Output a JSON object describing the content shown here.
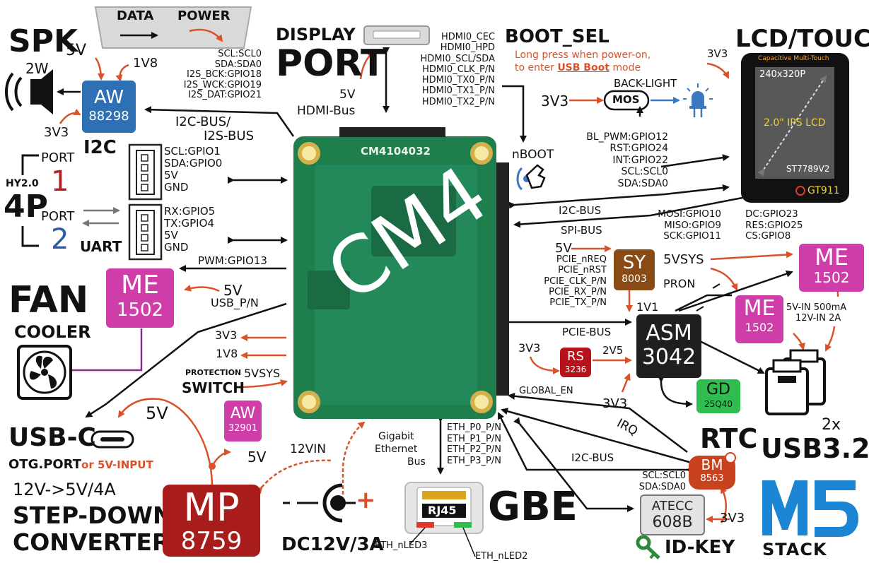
{
  "colors": {
    "cm4_green": "#1e7f4d",
    "aw_blue": "#2f6fb3",
    "me_magenta": "#cf3ea8",
    "sy_brown": "#8a4a16",
    "rs_red": "#b5121b",
    "bm_red": "#c9421e",
    "gd_green": "#2ebd4e",
    "mp_darkred": "#a91c1c",
    "port2_blue": "#2b5ea6",
    "port1_red": "#b22222",
    "orange_arrow": "#d9522a",
    "m5_blue": "#1d86d4"
  },
  "top": {
    "data_label": "DATA",
    "power_label": "POWER"
  },
  "speaker": {
    "spk": "SPK",
    "v5": "5V",
    "v1v8": "1V8",
    "w2": "2W",
    "v3v3": "3V3",
    "i2c": "I2C",
    "pins": [
      "SCL:SCL0",
      "SDA:SDA0",
      "I2S_BCK:GPIO18",
      "I2S_WCK:GPIO19",
      "I2S_DAT:GPIO21"
    ],
    "bus1": "I2C-BUS/",
    "bus2": "I2S-BUS"
  },
  "chips": {
    "aw88298": [
      "AW",
      "88298"
    ],
    "me1502_fan": [
      "ME",
      "1502"
    ],
    "aw32901": [
      "AW",
      "32901"
    ],
    "mp8759": [
      "MP",
      "8759"
    ],
    "sy8003": [
      "SY",
      "8003"
    ],
    "rs3236": [
      "RS",
      "3236"
    ],
    "asm3042": [
      "ASM",
      "3042"
    ],
    "gd25q40": [
      "GD",
      "25Q40"
    ],
    "bm8563": [
      "BM",
      "8563"
    ],
    "me1502_a": [
      "ME",
      "1502"
    ],
    "me1502_b": [
      "ME",
      "1502"
    ],
    "atecc": [
      "ATECC",
      "608B"
    ]
  },
  "hy": {
    "port": "PORT",
    "one": "1",
    "two": "2",
    "hy20": "HY2.0",
    "p4": "4P",
    "uart": "UART",
    "port1_pins": [
      "SCL:GPIO1",
      "SDA:GPIO0",
      "5V",
      "GND"
    ],
    "port2_pins": [
      "RX:GPIO5",
      "TX:GPIO4",
      "5V",
      "GND"
    ]
  },
  "fan": {
    "fan": "FAN",
    "cooler": "COOLER",
    "pwm": "PWM:GPIO13",
    "v5": "5V",
    "fan_icon": "fan-icon"
  },
  "left_power": {
    "usb_pn": "USB_P/N",
    "v3v3": "3V3",
    "v1v8": "1V8",
    "v5sys": "5VSYS",
    "protection": "PROTECTION",
    "switch": "SWITCH",
    "v5a": "5V",
    "v5b": "5V",
    "v12in": "12VIN"
  },
  "usbc": {
    "title": "USB-C",
    "otg": "OTG.PORT",
    "or5v": "or 5V-INPUT",
    "line1": "12V->5V/4A",
    "line2": "STEP-DOWN",
    "line3": "CONVERTER"
  },
  "dc": {
    "label": "DC12V/3A",
    "minus": "-",
    "plus": "+"
  },
  "display": {
    "title1": "DISPLAY",
    "title2": "PORT",
    "v5": "5V",
    "bus": "HDMI-Bus",
    "pins": [
      "HDMI0_CEC",
      "HDMI0_HPD",
      "HDMI0_SCL/SDA",
      "HDMI0_CLK_P/N",
      "HDMI0_TX0_P/N",
      "HDMI0_TX1_P/N",
      "HDMI0_TX2_P/N"
    ]
  },
  "boot": {
    "title": "BOOT_SEL",
    "note1": "Long press when power-on,",
    "note2a": "to enter ",
    "note2b": "USB Boot",
    "note2c": " mode",
    "nboot": "nBOOT"
  },
  "backlight": {
    "v3v3": "3V3",
    "mos": "MOS",
    "label": "BACK-LIGHT"
  },
  "lcd": {
    "title": "LCD/TOUCH",
    "v3v3": "3V3",
    "cap": "Capacitive Multi-Touch",
    "res": "240x320P",
    "size": "2.0\" IPS LCD",
    "drv": "ST7789V2",
    "touch": "GT911",
    "pins": [
      "BL_PWM:GPIO12",
      "RST:GPIO24",
      "INT:GPIO22",
      "SCL:SCL0",
      "SDA:SDA0"
    ],
    "i2c_bus": "I2C-BUS",
    "spi_bus": "SPI-BUS",
    "spi_left": [
      "MOSI:GPIO10",
      "MISO:GPIO9",
      "SCK:GPIO11"
    ],
    "spi_right": [
      "DC:GPIO23",
      "RES:GPIO25",
      "CS:GPIO8"
    ]
  },
  "pcie": {
    "v5": "5V",
    "v5sys": "5VSYS",
    "pron": "PRON",
    "v1v1": "1V1",
    "v3v3": "3V3",
    "v2v5": "2V5",
    "pins": [
      "PCIE_nREQ",
      "PCIE_nRST",
      "PCIE_CLK_P/N",
      "PCIE_RX_P/N",
      "PCIE_TX_P/N"
    ],
    "bus": "PCIE-BUS",
    "usbin1": "5V-IN 500mA",
    "usbin2": "12V-IN 2A",
    "global_en": "GLOBAL_EN",
    "v3v3b": "3V3"
  },
  "usb3": {
    "x2": "2x",
    "title": "USB3.2"
  },
  "rtc": {
    "title": "RTC",
    "irq": "IRQ",
    "i2c_bus": "I2C-BUS",
    "pins": [
      "SCL:SCL0",
      "SDA:SDA0"
    ],
    "v3v3": "3V3",
    "idkey": "ID-KEY"
  },
  "eth": {
    "bus1": "Gigabit",
    "bus2": "Ethernet",
    "bus3": "Bus",
    "pins": [
      "ETH_P0_P/N",
      "ETH_P1_P/N",
      "ETH_P2_P/N",
      "ETH_P3_P/N"
    ],
    "rj45": "RJ45",
    "gbe": "GBE",
    "led3": "ETH_nLED3",
    "led2": "ETH_nLED2"
  },
  "cm4": {
    "label": "CM4",
    "part": "CM4104032"
  },
  "logo": {
    "m5": "M5",
    "stack": "STACK"
  }
}
